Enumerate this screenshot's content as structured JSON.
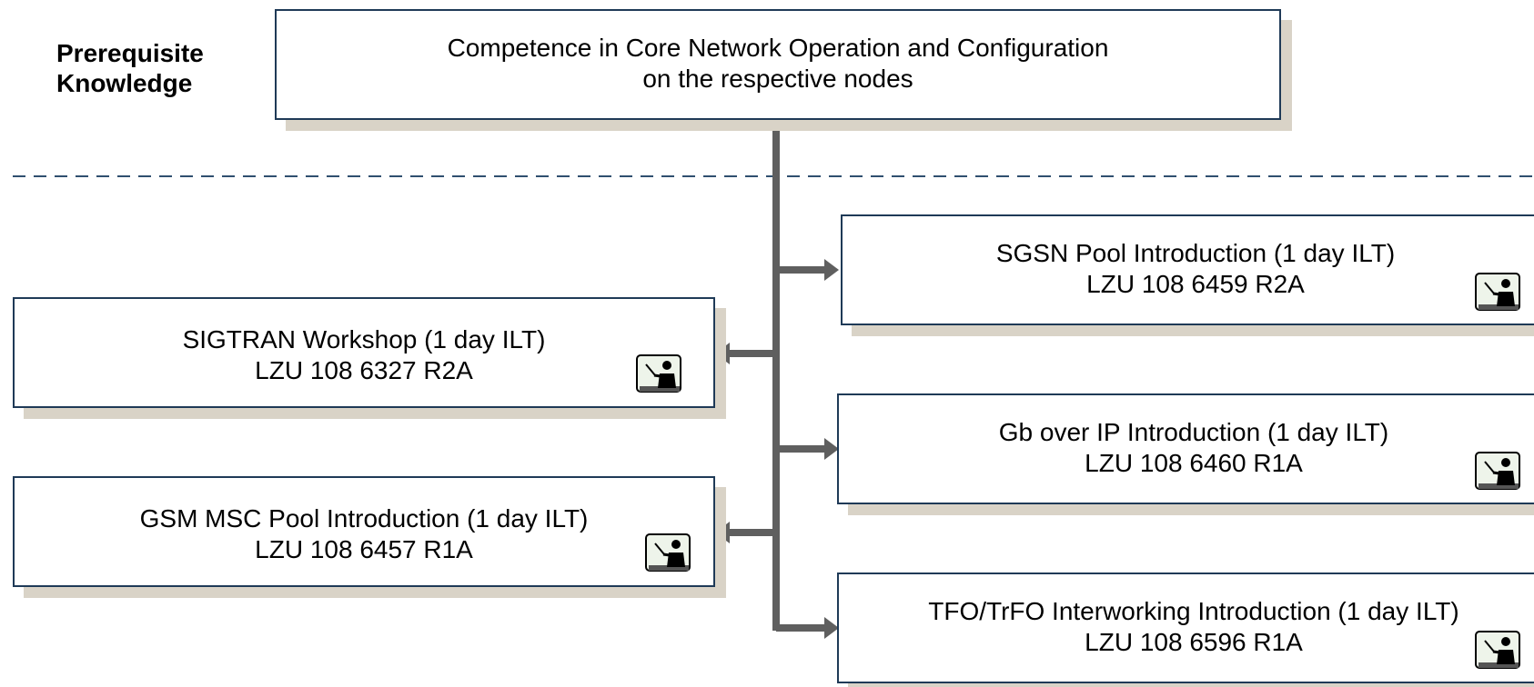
{
  "prerequisite": {
    "label": "Prerequisite\nKnowledge",
    "box_line1": "Competence in Core Network Operation and Configuration",
    "box_line2": "on the respective nodes"
  },
  "courses_left": [
    {
      "title": "SIGTRAN Workshop (1 day ILT)",
      "code": "LZU 108 6327 R2A"
    },
    {
      "title": "GSM MSC Pool Introduction (1 day ILT)",
      "code": "LZU 108 6457 R1A"
    }
  ],
  "courses_right": [
    {
      "title": "SGSN Pool Introduction (1 day ILT)",
      "code": "LZU 108 6459 R2A"
    },
    {
      "title": "Gb over IP Introduction (1 day ILT)",
      "code": "LZU 108 6460 R1A"
    },
    {
      "title": "TFO/TrFO Interworking Introduction (1 day ILT)",
      "code": "LZU 108 6596 R1A"
    }
  ],
  "colors": {
    "box_border": "#1f3a57",
    "shadow": "#d9d3c7",
    "connector": "#5f5f5f",
    "divider": "#2f4f6f"
  },
  "icon": "instructor-led-training-icon"
}
